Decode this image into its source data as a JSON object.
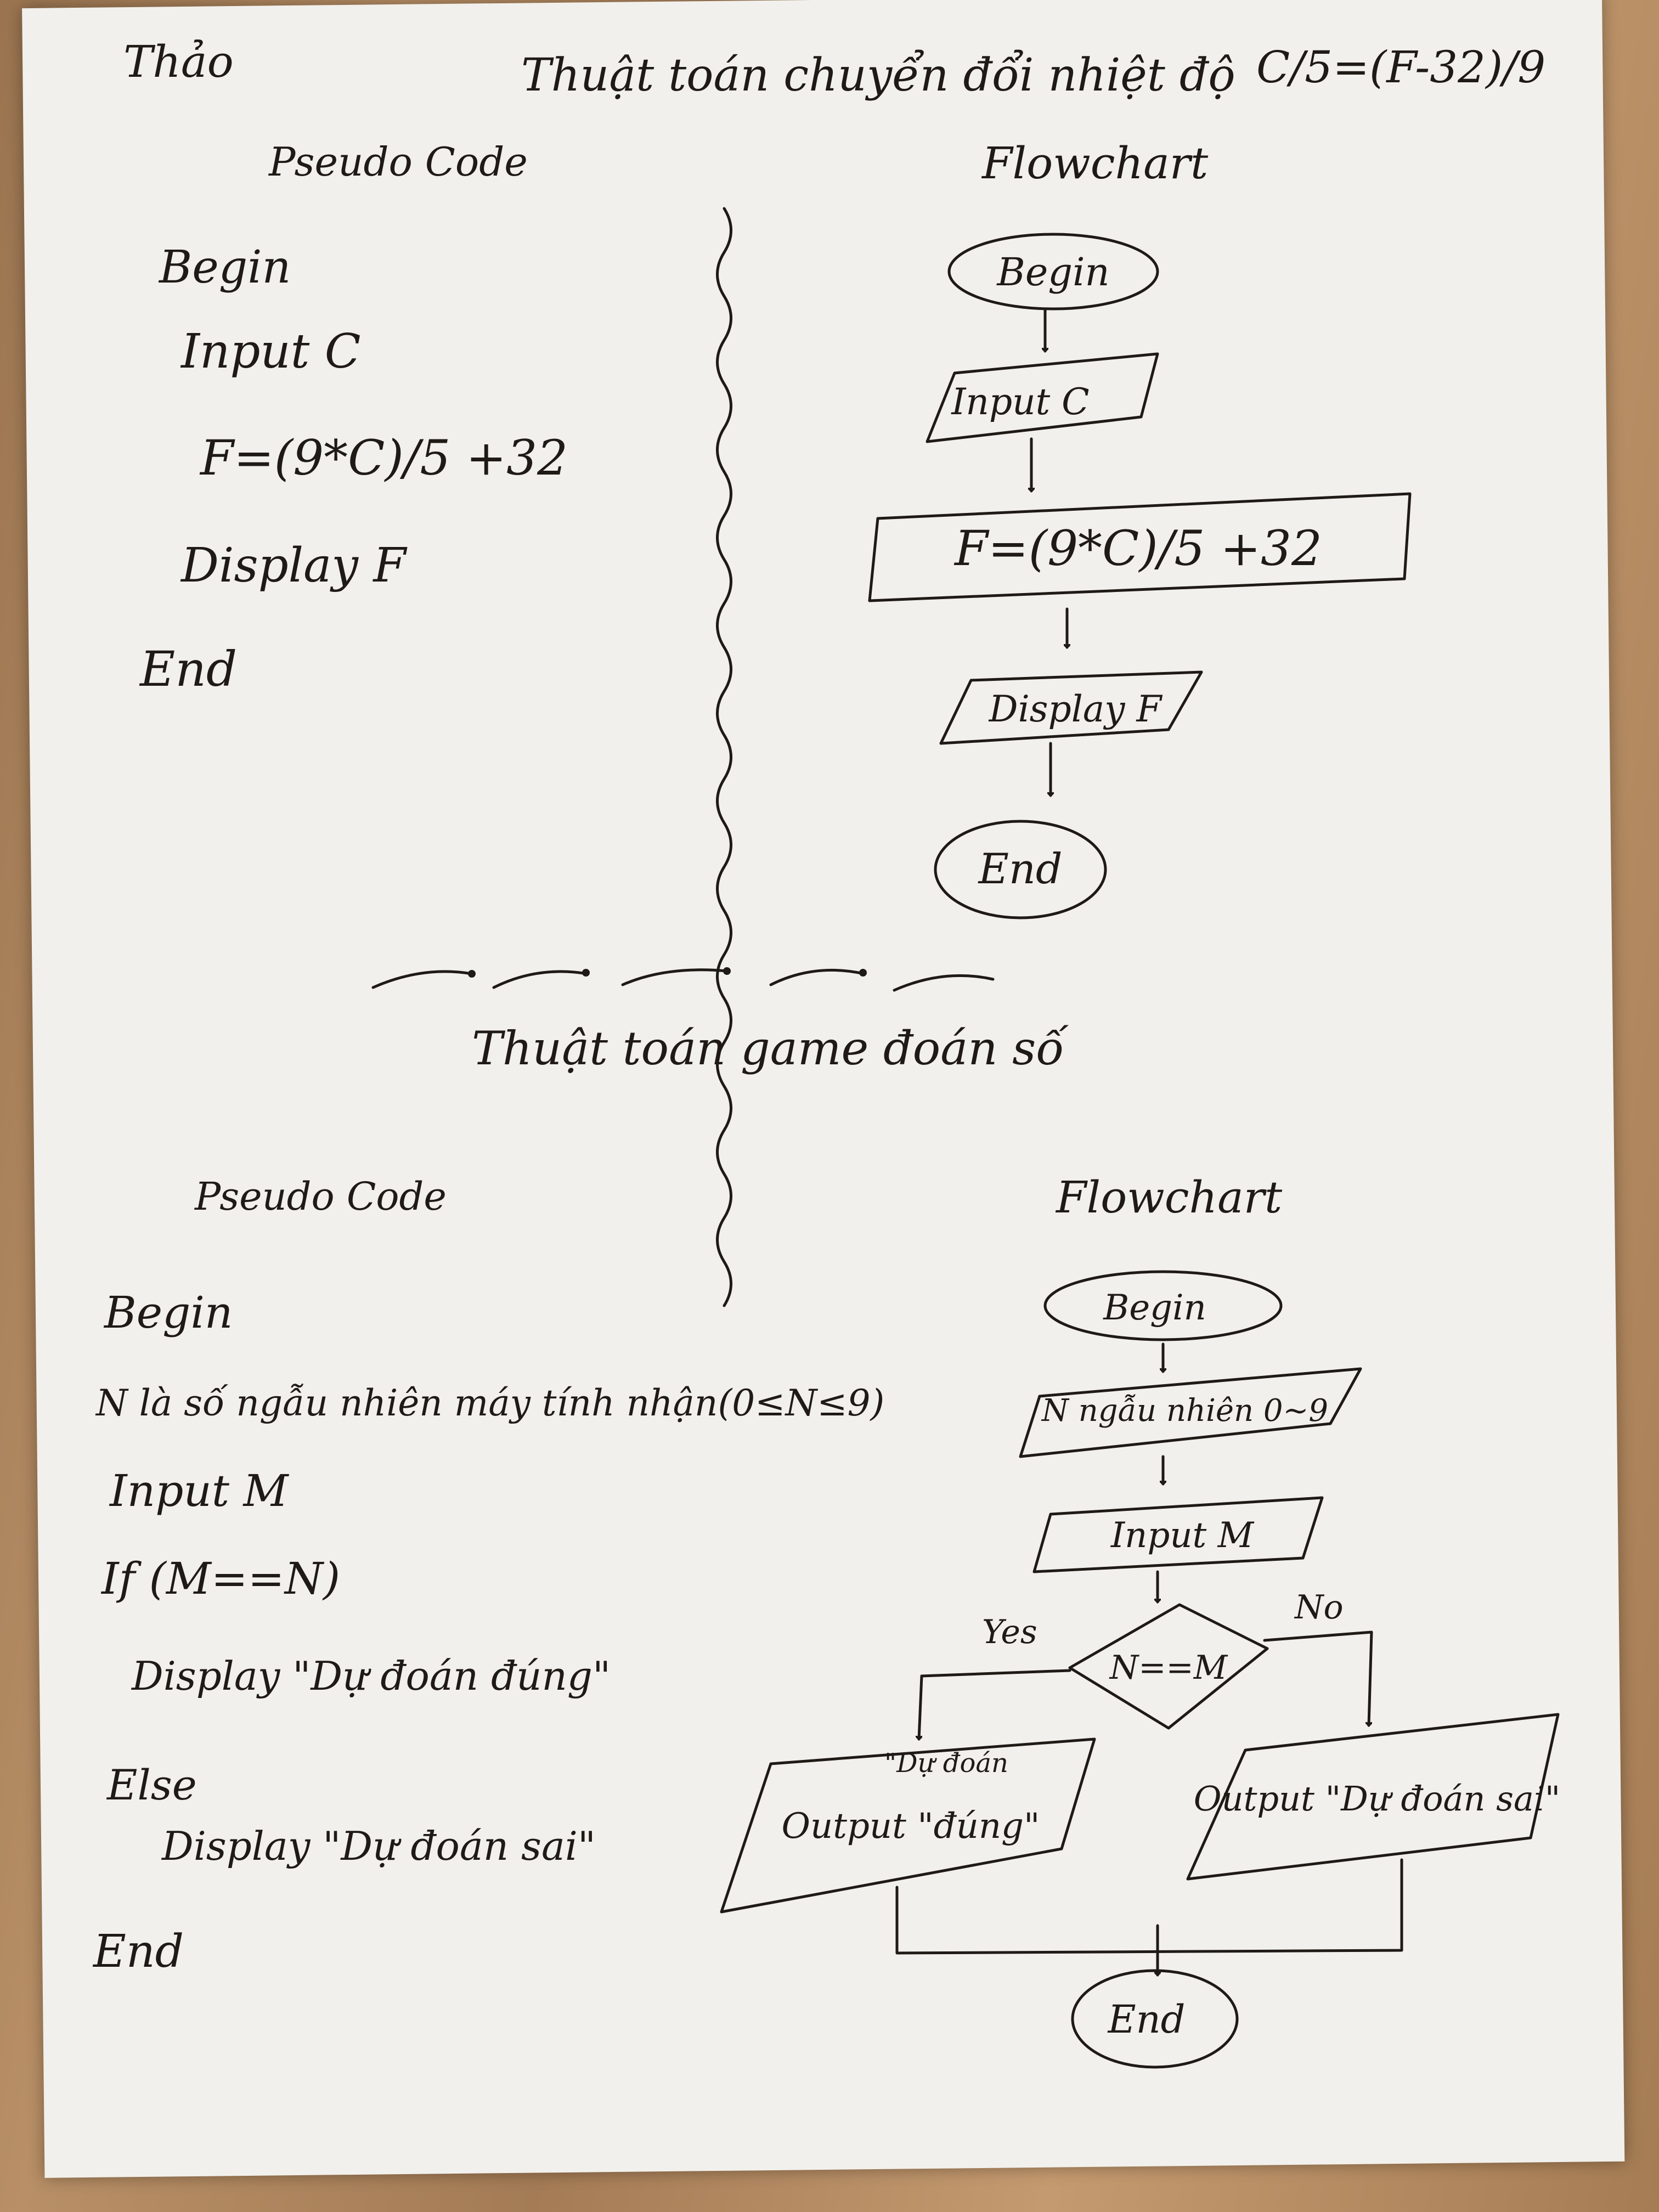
{
  "header": {
    "author": "Thảo",
    "title": "Thuật toán chuyển đổi nhiệt độ",
    "formula": "C/5=(F-32)/9"
  },
  "section1": {
    "pseudo_heading": "Pseudo Code",
    "flow_heading": "Flowchart",
    "pseudo_lines": [
      "Begin",
      "Input C",
      "F=(9*C)/5 +32",
      "Display F",
      "End"
    ],
    "flow": {
      "begin": "Begin",
      "input": "Input C",
      "process": "F=(9*C)/5 +32",
      "output": "Display F",
      "end": "End"
    }
  },
  "section2": {
    "title": "Thuật toán game đoán số",
    "pseudo_heading": "Pseudo Code",
    "flow_heading": "Flowchart",
    "pseudo_lines": [
      "Begin",
      "N là số ngẫu nhiên máy tính nhận(0≤N≤9)",
      "Input M",
      "If (M==N)",
      "Display \"Dự đoán đúng\"",
      "Else",
      "Display \"Dự đoán sai\"",
      "End"
    ],
    "flow": {
      "begin": "Begin",
      "random": "N ngẫu nhiên 0~9",
      "input": "Input M",
      "decision": "N==M",
      "yes": "Yes",
      "no": "No",
      "out_yes_1": "\"Dự đoán",
      "out_yes_2": "Output \"đúng\"",
      "out_no": "Output \"Dự đoán sai\"",
      "end": "End"
    }
  }
}
